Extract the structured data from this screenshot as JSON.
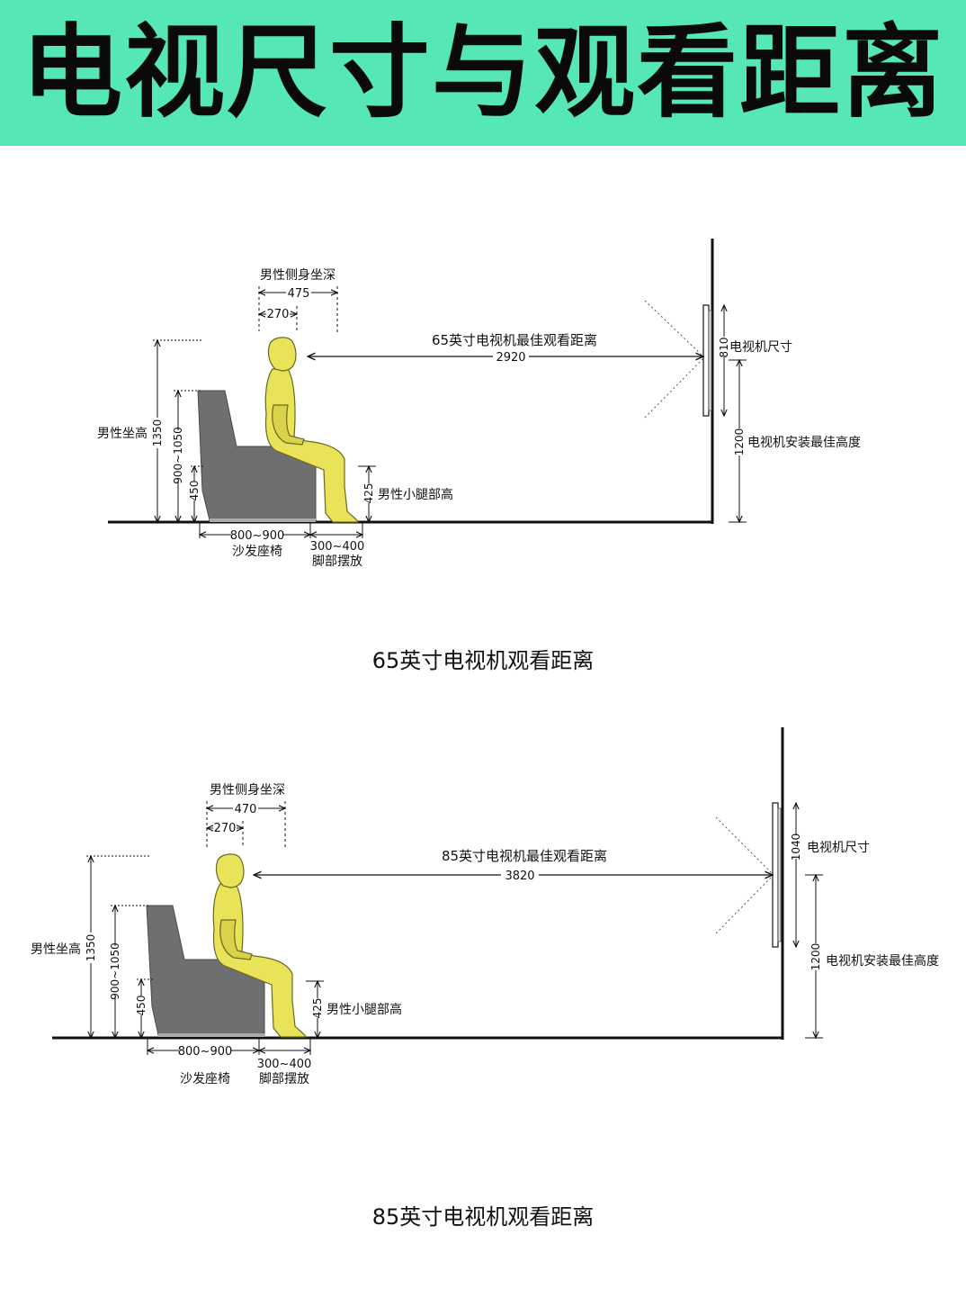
{
  "title": "电视尺寸与观看距离",
  "colors": {
    "header_bg": "#55e8b6",
    "figure": "#e9e35a",
    "sofa": "#6f6f71"
  },
  "diagrams": [
    {
      "caption": "65英寸电视机观看距离",
      "seat_depth_label": "男性侧身坐深",
      "seat_depth_outer": "475",
      "seat_depth_inner": "270",
      "distance_label": "65英寸电视机最佳观看距离",
      "distance_value": "2920",
      "tv_size_value": "810",
      "tv_size_label": "电视机尺寸",
      "tv_height_value": "1200",
      "tv_height_label": "电视机安装最佳高度",
      "sit_height_label": "男性坐高",
      "sit_height_value": "1350",
      "back_height_value": "900~1050",
      "seat_height_value": "450",
      "leg_height_value": "425",
      "leg_height_label": "男性小腿部高",
      "sofa_depth_value": "800~900",
      "sofa_label": "沙发座椅",
      "foot_value": "300~400",
      "foot_label": "脚部摆放"
    },
    {
      "caption": "85英寸电视机观看距离",
      "seat_depth_label": "男性侧身坐深",
      "seat_depth_outer": "470",
      "seat_depth_inner": "270",
      "distance_label": "85英寸电视机最佳观看距离",
      "distance_value": "3820",
      "tv_size_value": "1040",
      "tv_size_label": "电视机尺寸",
      "tv_height_value": "1200",
      "tv_height_label": "电视机安装最佳高度",
      "sit_height_label": "男性坐高",
      "sit_height_value": "1350",
      "back_height_value": "900~1050",
      "seat_height_value": "450",
      "leg_height_value": "425",
      "leg_height_label": "男性小腿部高",
      "sofa_depth_value": "800~900",
      "sofa_label": "沙发座椅",
      "foot_value": "300~400",
      "foot_label": "脚部摆放"
    }
  ]
}
